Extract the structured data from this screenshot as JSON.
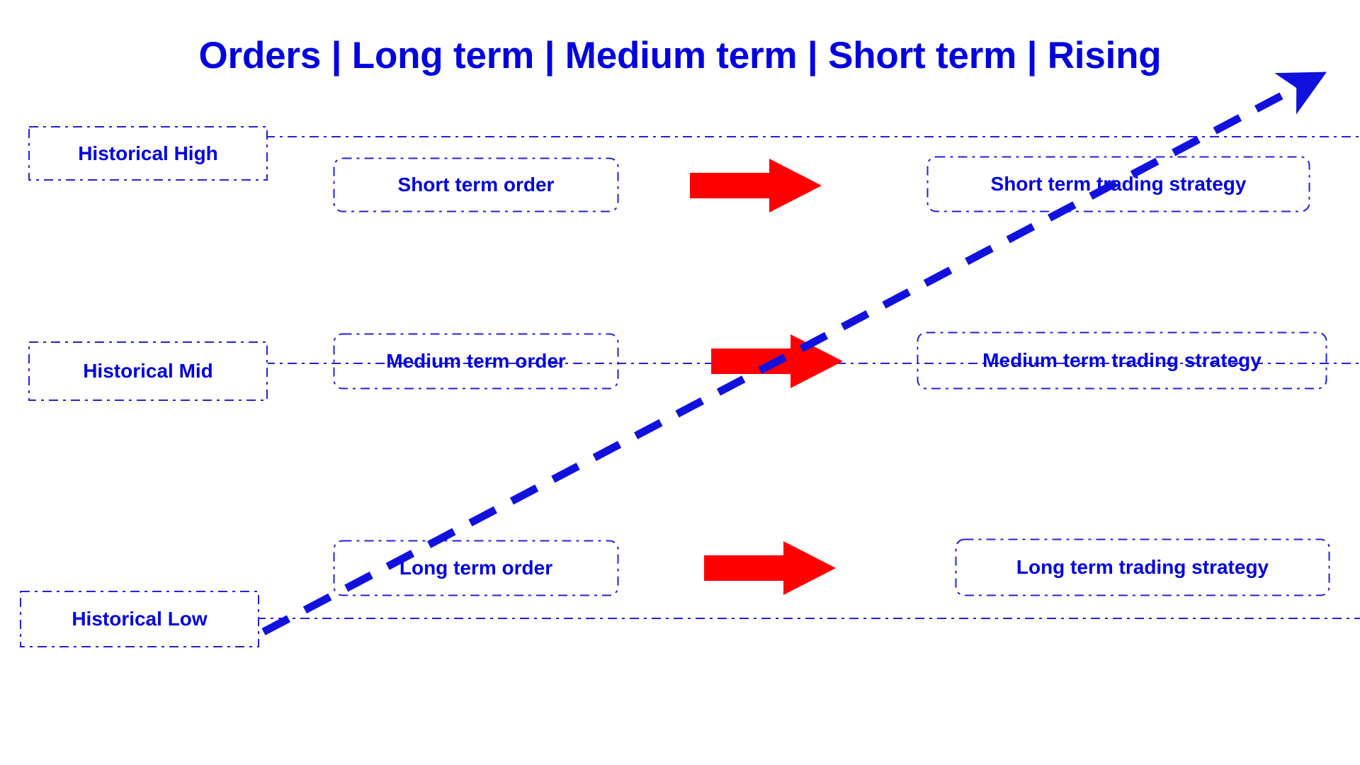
{
  "title": "Orders | Long term | Medium term | Short term | Rising",
  "colors": {
    "blue": "#0000E0",
    "line_blue": "#2222DD",
    "arrow_red": "#FF0000",
    "dashed_arrow_blue": "#1111DD",
    "background": "#FFFFFF"
  },
  "levels": [
    {
      "id": "high",
      "label": "Historical High"
    },
    {
      "id": "mid",
      "label": "Historical Mid"
    },
    {
      "id": "low",
      "label": "Historical Low"
    }
  ],
  "orders": [
    {
      "id": "short",
      "label": "Short term order"
    },
    {
      "id": "medium",
      "label": "Medium term order"
    },
    {
      "id": "long",
      "label": "Long term order"
    }
  ],
  "strategies": [
    {
      "id": "short",
      "label": "Short term trading strategy"
    },
    {
      "id": "medium",
      "label": "Medium term trading strategy"
    },
    {
      "id": "long",
      "label": "Long term trading strategy"
    }
  ],
  "arrows": {
    "flow_icon": "right-block-arrow",
    "rising_icon": "rising-dashed-arrow"
  }
}
